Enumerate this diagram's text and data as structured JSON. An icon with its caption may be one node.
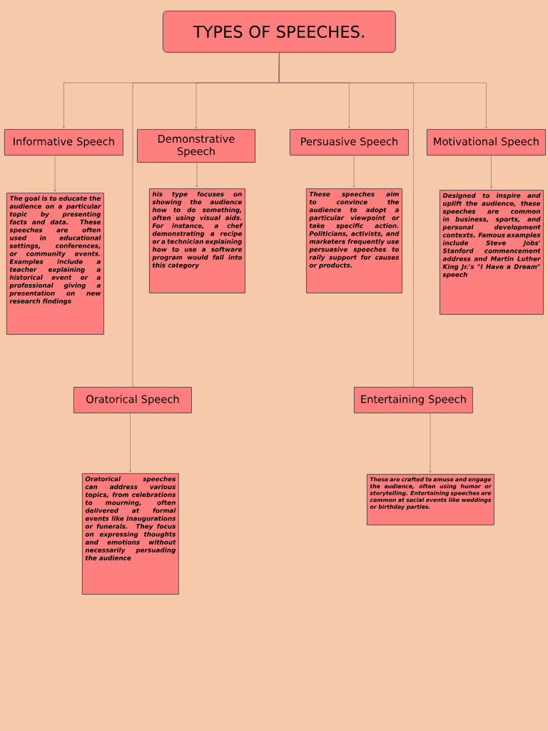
{
  "diagram": {
    "nodes": [
      {
        "text": [
          "TYPES OF SPEECHES."
        ]
      },
      {
        "text": [
          "Informative Speech"
        ]
      },
      {
        "text": [
          "Demonstrative Speech"
        ]
      },
      {
        "text": [
          "Persuasive Speech"
        ]
      },
      {
        "text": [
          "Motivational Speech"
        ]
      },
      {
        "text": [
          "The goal is to educate the audience on a particular topic by presenting facts and data. These speeches are often used in educational settings, conferences, or community events. Examples include a teacher explaining a historical event or a professional giving a presentation on new research findings"
        ]
      },
      {
        "text": [
          "his type focuses on showing the audience how to do something, often using visual aids. For instance, a chef demonstrating a recipe or a technician explaining how to use a software program would fall into this category"
        ]
      },
      {
        "text": [
          "These speeches aim to convince the audience to adopt a particular viewpoint or take specific action. Politicians, activists, and marketers frequently use persuasive speeches to rally support for causes or products."
        ]
      },
      {
        "text": [
          "Designed to inspire and uplift the audience, these speeches are common in business, sports, and personal development contexts. Famous examples include Steve Jobs' Stanford commencement address and Martin Luther King Jr.'s \"I Have a Dream\" speech"
        ]
      },
      {
        "text": [
          "Oratorical Speech"
        ]
      },
      {
        "text": [
          "Entertaining Speech"
        ]
      },
      {
        "text": [
          "Oratorical speeches can address various topics, from celebrations to mourning, often delivered at formal events like inaugurations or funerals. They focus on expressing thoughts and emotions without necessarily persuading the audience"
        ]
      },
      {
        "text": [
          "These are crafted to amuse and engage the audience, often using humor or storytelling. Entertaining speeches are common at social events like weddings or birthday parties."
        ]
      }
    ],
    "edges": [
      {
        "from": 0,
        "to": 1,
        "arrow": "to"
      },
      {
        "from": 0,
        "to": 2,
        "arrow": "to"
      },
      {
        "from": 0,
        "to": 3,
        "arrow": "to"
      },
      {
        "from": 0,
        "to": 4,
        "arrow": "to"
      },
      {
        "from": 0,
        "to": 9,
        "arrow": "none"
      },
      {
        "from": 0,
        "to": 10,
        "arrow": "none"
      },
      {
        "from": 1,
        "to": 5,
        "arrow": "to"
      },
      {
        "from": 2,
        "to": 6,
        "arrow": "to"
      },
      {
        "from": 3,
        "to": 7,
        "arrow": "to"
      },
      {
        "from": 4,
        "to": 8,
        "arrow": "to"
      },
      {
        "from": 9,
        "to": 11,
        "arrow": "to"
      },
      {
        "from": 10,
        "to": 12,
        "arrow": "to"
      }
    ]
  }
}
